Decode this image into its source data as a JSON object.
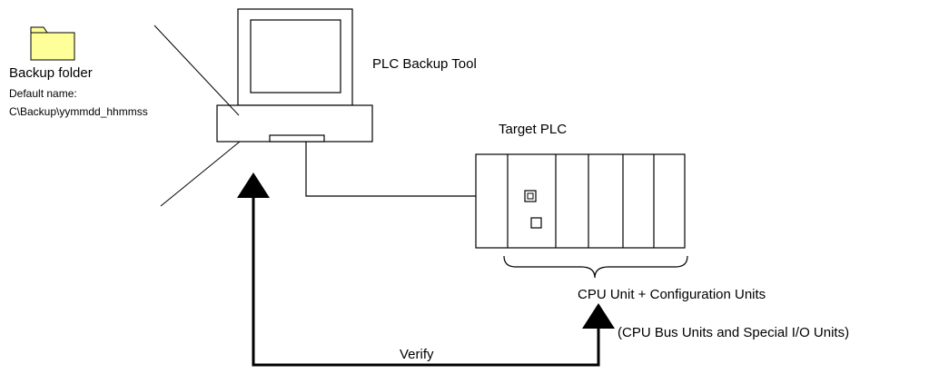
{
  "backup_folder": {
    "title": "Backup folder",
    "default_name_label": "Default name:",
    "default_path": "C\\Backup\\yymmdd_hhmmss",
    "icon": "folder-icon"
  },
  "tool": {
    "label": "PLC Backup Tool",
    "icon": "computer-icon"
  },
  "target": {
    "label": "Target PLC",
    "icon": "plc-rack-icon"
  },
  "units": {
    "label": "CPU Unit + Configuration Units",
    "sublabel": "(CPU Bus Units and Special I/O Units)"
  },
  "verify": {
    "label": "Verify"
  },
  "colors": {
    "folder_fill": "#ffff99",
    "stroke": "#000000",
    "background": "#ffffff"
  }
}
